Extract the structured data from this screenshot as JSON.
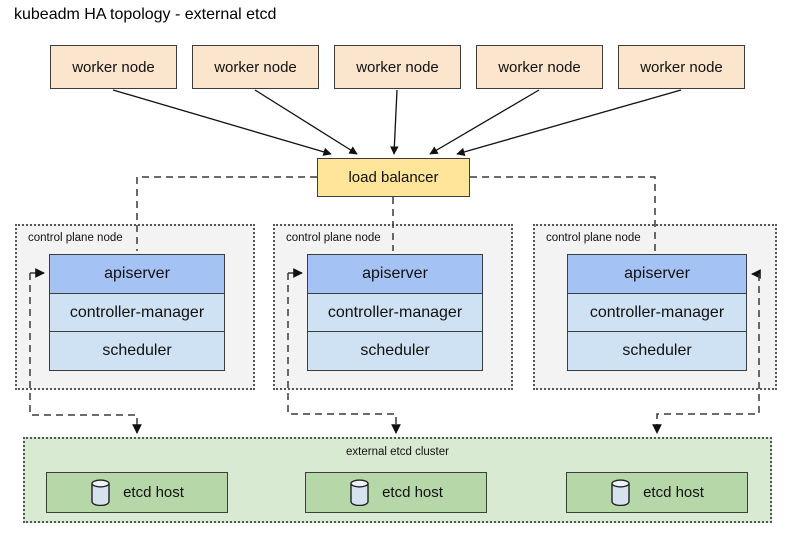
{
  "title": "kubeadm HA topology - external etcd",
  "workers": {
    "nodes": [
      {
        "label": "worker node"
      },
      {
        "label": "worker node"
      },
      {
        "label": "worker node"
      },
      {
        "label": "worker node"
      },
      {
        "label": "worker node"
      }
    ]
  },
  "load_balancer": {
    "label": "load balancer"
  },
  "control_planes": [
    {
      "label": "control plane node",
      "components": [
        "apiserver",
        "controller-manager",
        "scheduler"
      ]
    },
    {
      "label": "control plane node",
      "components": [
        "apiserver",
        "controller-manager",
        "scheduler"
      ]
    },
    {
      "label": "control plane node",
      "components": [
        "apiserver",
        "controller-manager",
        "scheduler"
      ]
    }
  ],
  "etcd": {
    "cluster_label": "external etcd cluster",
    "hosts": [
      {
        "label": "etcd host",
        "icon": "database-cylinder-icon"
      },
      {
        "label": "etcd host",
        "icon": "database-cylinder-icon"
      },
      {
        "label": "etcd host",
        "icon": "database-cylinder-icon"
      }
    ]
  },
  "colors": {
    "worker_fill": "#fce5cd",
    "lb_fill": "#ffe599",
    "apiserver_fill": "#a4c2f4",
    "component_fill": "#cfe2f3",
    "control_plane_fill": "#f3f3f3",
    "cluster_fill": "#d9ead3",
    "host_fill": "#b6d7a8",
    "box_border": "#3d3d3d",
    "dotted_border": "#555555",
    "connector": "#3a3a3a",
    "text": "#111111"
  }
}
